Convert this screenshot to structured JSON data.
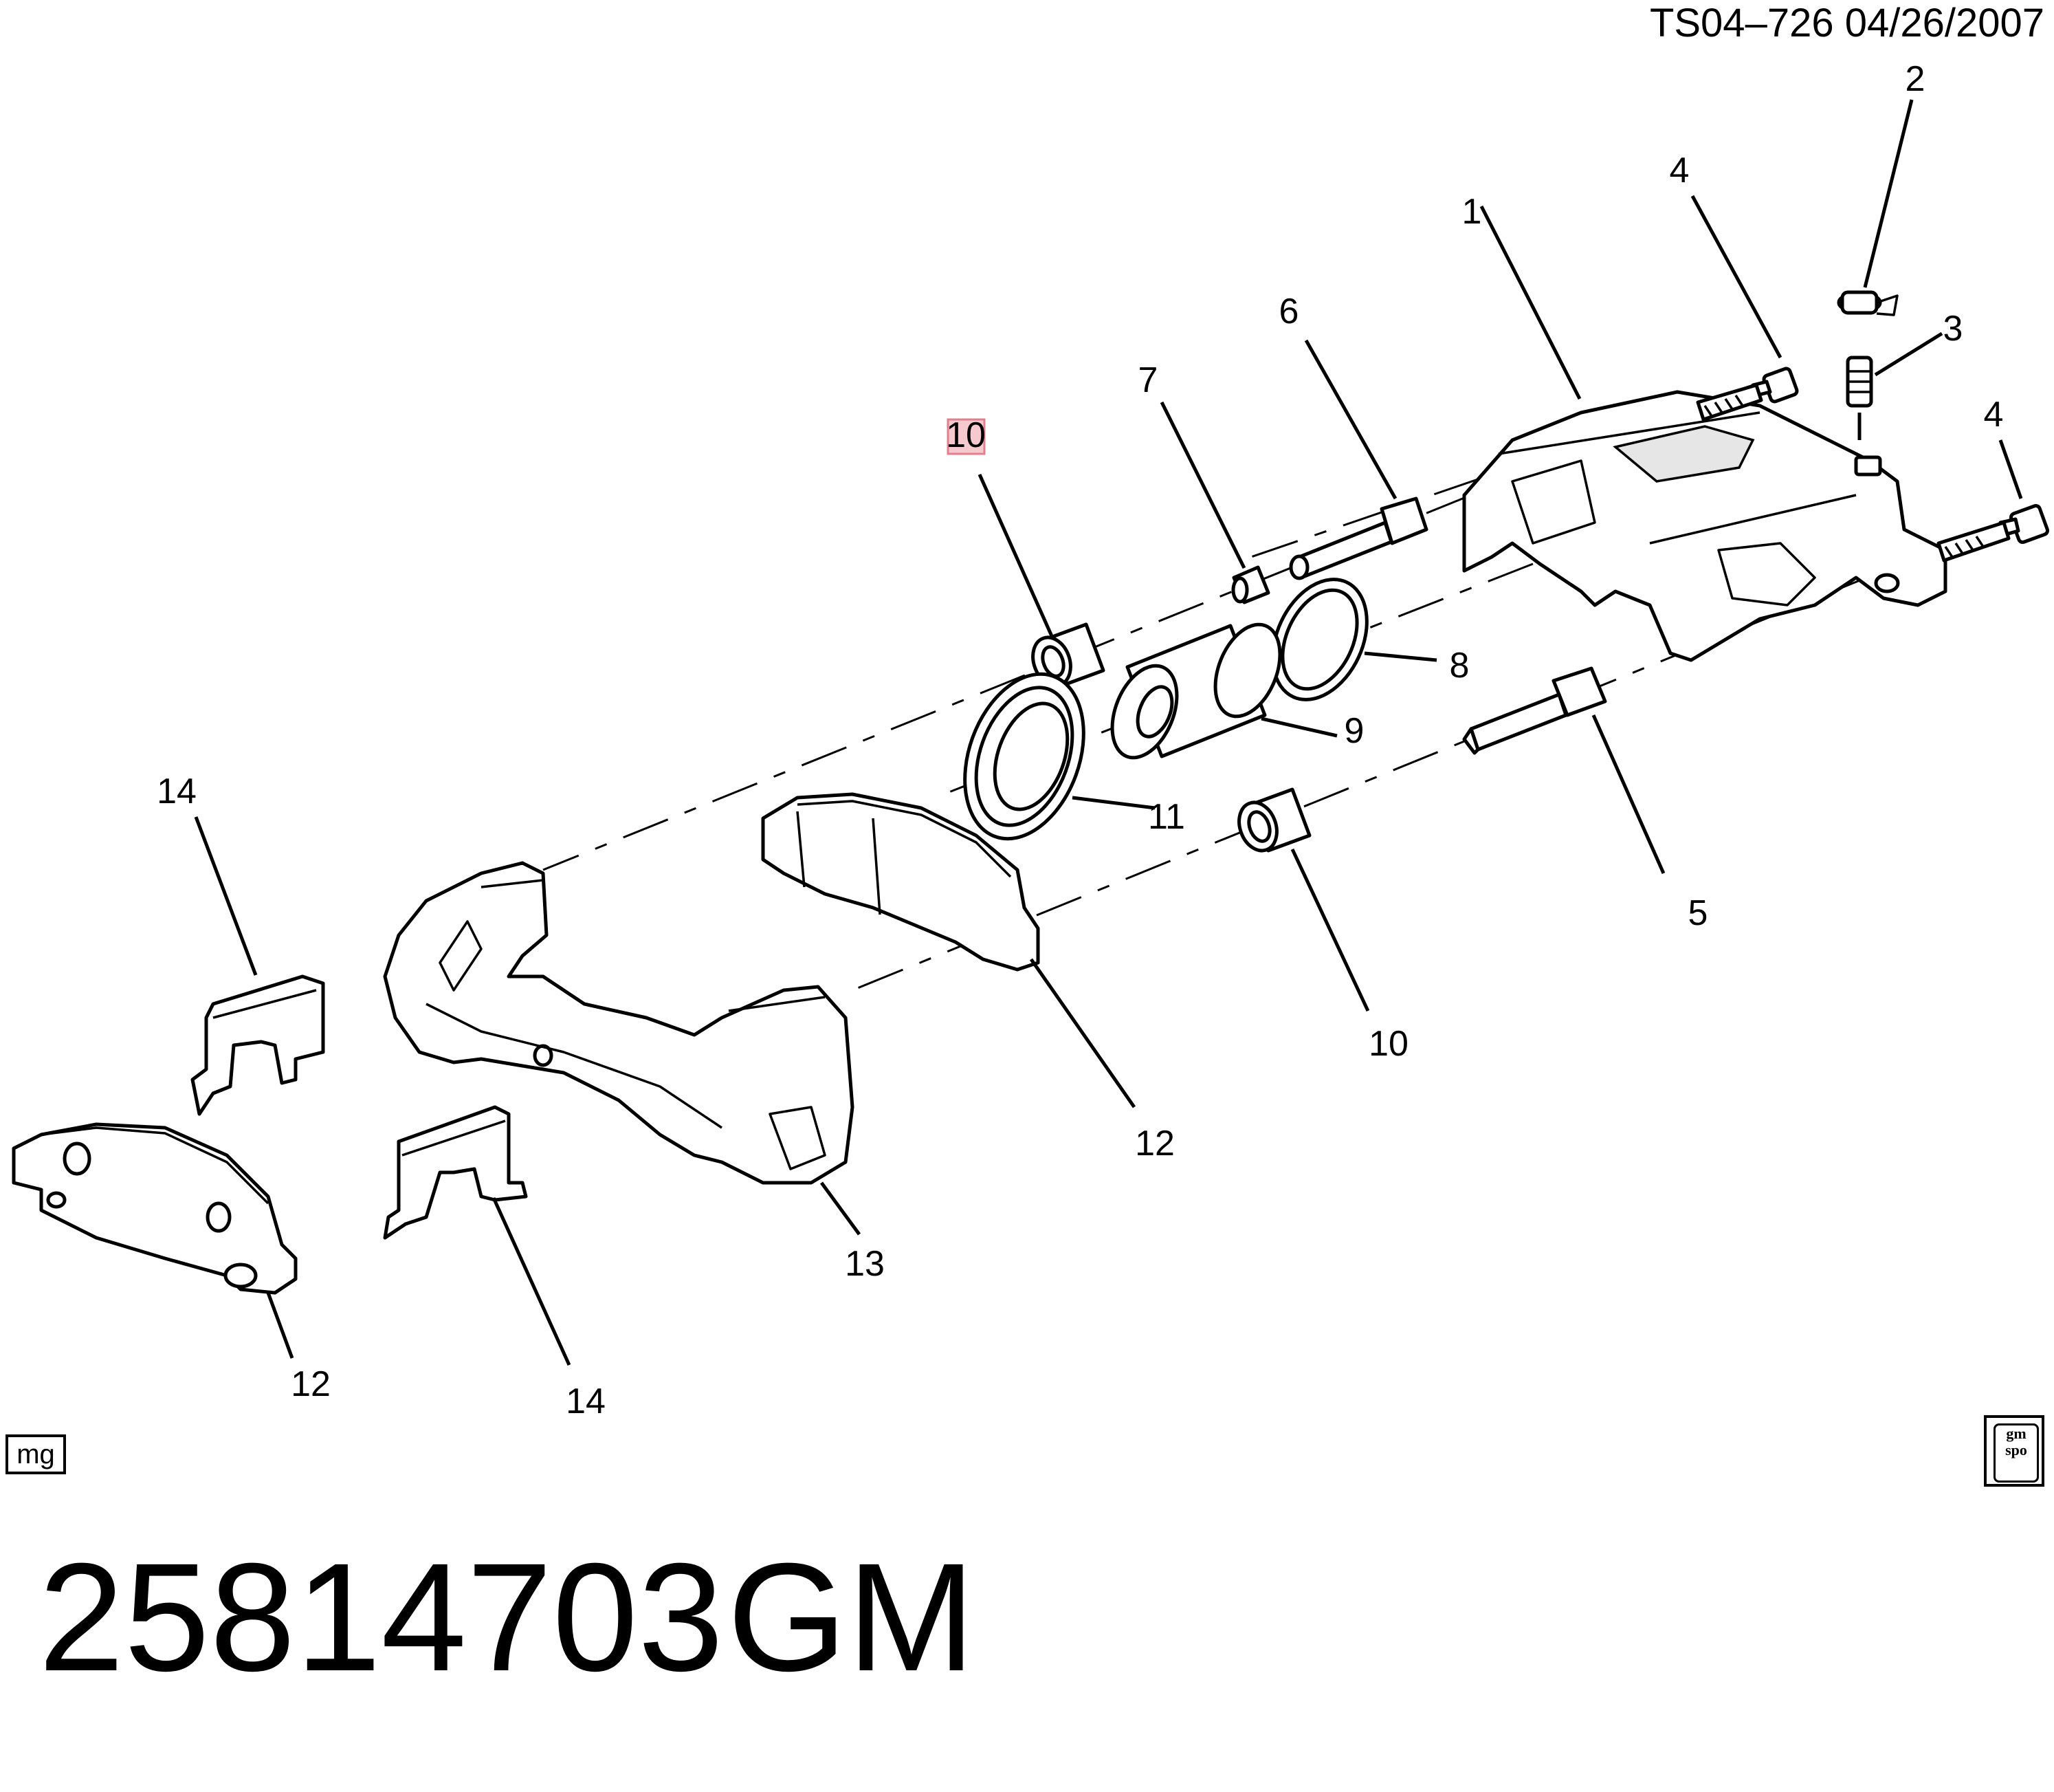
{
  "header": {
    "reference": "TS04–726  04/26/2007"
  },
  "footer": {
    "part_number": "25814703",
    "brand": "GM"
  },
  "badges": {
    "mg": "mg",
    "logo_lettering": "gm spo",
    "logo_icon": "gmspo-logo-icon"
  },
  "callouts": [
    "1",
    "2",
    "3",
    "4",
    "4",
    "5",
    "6",
    "7",
    "8",
    "9",
    "10",
    "10",
    "11",
    "12",
    "12",
    "13",
    "14",
    "14"
  ],
  "colors": {
    "highlight_fill": "#f6c9cf",
    "highlight_border": "#e0808c",
    "line": "#000000",
    "background": "#ffffff"
  }
}
